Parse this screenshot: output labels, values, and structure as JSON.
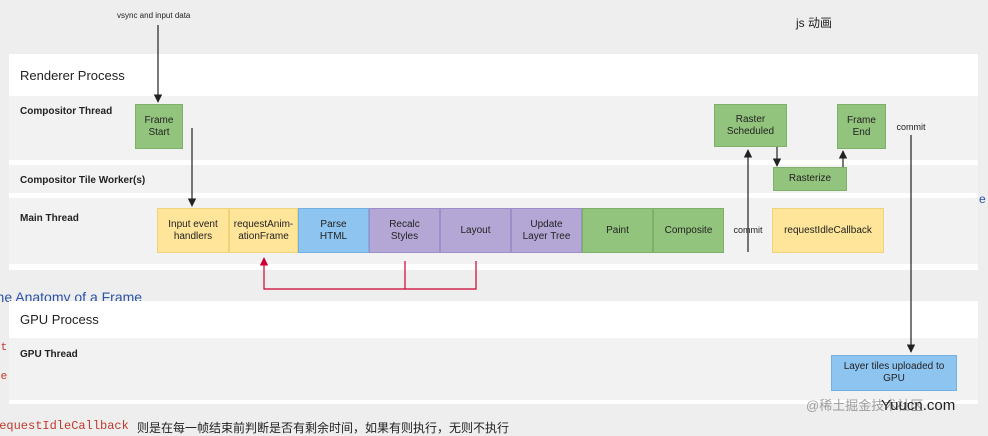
{
  "background": {
    "top_annotation": "vsync and input data",
    "js_note": "js 动画",
    "heading": "The Anatomy of a Frame",
    "bottom_code": "requestIdleCallback",
    "bottom_text": "则是在每一帧结束前判断是否有剩余时间，如果有则执行，无则不执行",
    "watermark_left": "@稀土掘金技术社区",
    "watermark_right": "Yuucn.com",
    "left_fragments": [
      "st",
      "te"
    ],
    "right_fragment": "e"
  },
  "renderer": {
    "title": "Renderer Process",
    "compositor_thread": "Compositor Thread",
    "tile_worker": "Compositor Tile Worker(s)",
    "main_thread": "Main Thread",
    "frame_start": "Frame\nStart",
    "raster_scheduled": "Raster\nScheduled",
    "frame_end": "Frame\nEnd",
    "rasterize": "Rasterize",
    "commit_main": "commit",
    "commit_right": "commit",
    "main_tasks": [
      "Input event\nhandlers",
      "requestAnim-\nationFrame",
      "Parse\nHTML",
      "Recalc\nStyles",
      "Layout",
      "Update\nLayer Tree",
      "Paint",
      "Composite"
    ],
    "idle_callback": "requestIdleCallback"
  },
  "gpu": {
    "title": "GPU Process",
    "thread": "GPU Thread",
    "upload_box": "Layer tiles uploaded to\nGPU"
  },
  "colors": {
    "green": "#93c47d",
    "yellow": "#ffe599",
    "blue": "#8ec4f0",
    "purple": "#b4a7d6",
    "loop_arrow": "#cc0033"
  }
}
